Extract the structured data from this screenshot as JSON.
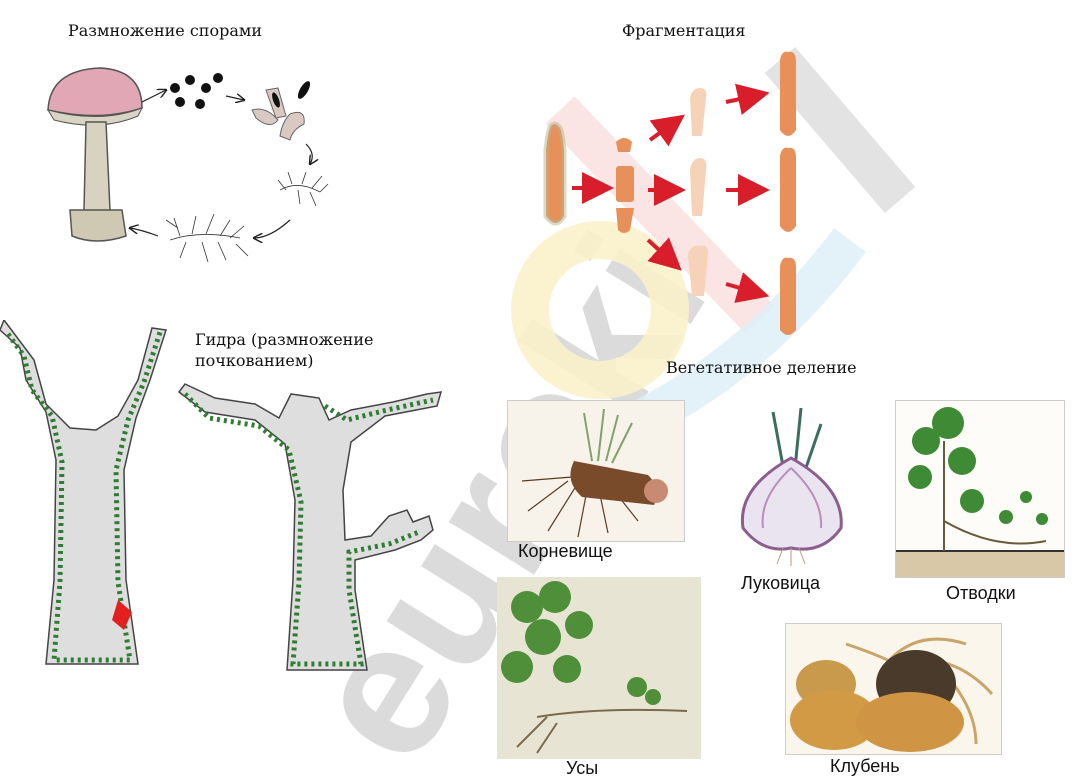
{
  "sections": {
    "spores_title": "Размножение спорами",
    "fragmentation_title": "Фрагментация",
    "hydra_title_line1": "Гидра (размножение",
    "hydra_title_line2": "почкованием)",
    "vegetative_title": "Вегетативное деление"
  },
  "plants": {
    "rhizome": "Корневище",
    "bulb": "Луковица",
    "layering": "Отводки",
    "runners": "Усы",
    "tuber": "Клубень"
  },
  "watermark": "euroki",
  "colors": {
    "mushroom_cap": "#e2a7b5",
    "hydra_cell": "#2e7d32",
    "arrow_red": "#d81e2b",
    "planaria": "#e8905a",
    "watermark_gray": "#9b9b9b"
  }
}
